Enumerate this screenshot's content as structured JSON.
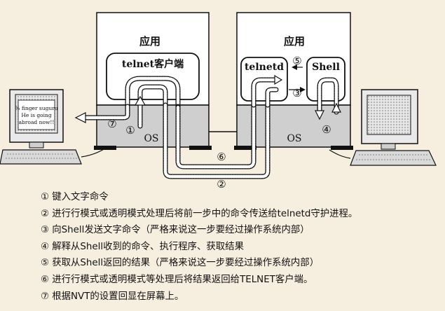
{
  "diagram": {
    "client": {
      "app_label": "应用",
      "process_label": "telnet客户端",
      "os_label": "OS"
    },
    "server": {
      "app_label": "应用",
      "telnetd_label": "telnetd",
      "shell_label": "Shell",
      "os_label": "OS"
    },
    "terminal_screen": [
      "% finger suguru",
      "He is going",
      "abroad now!!"
    ],
    "step_markers": [
      "①",
      "②",
      "③",
      "④",
      "⑤",
      "⑥",
      "⑦"
    ]
  },
  "legend": [
    "① 键入文字命令",
    "② 进行行模式或透明模式处理后将前一步中的命令传送给telnetd守护进程。",
    "③ 向Shell发送文字命令（严格来说这一步要经过操作系统内部）",
    "④ 解释从Shell收到的命令、执行程序、获取结果",
    "⑤ 获取从Shell返回的结果（严格来说这一步要经过操作系统内部）",
    "⑥ 进行行模式或透明模式等处理后将结果返回给TELNET客户端。",
    "⑦ 根据NVT的设置回显在屏幕上。"
  ],
  "colors": {
    "background": "#f6efe0",
    "app_area": "#ffffff",
    "os_area": "#cfcfcf",
    "outline": "#111111"
  }
}
